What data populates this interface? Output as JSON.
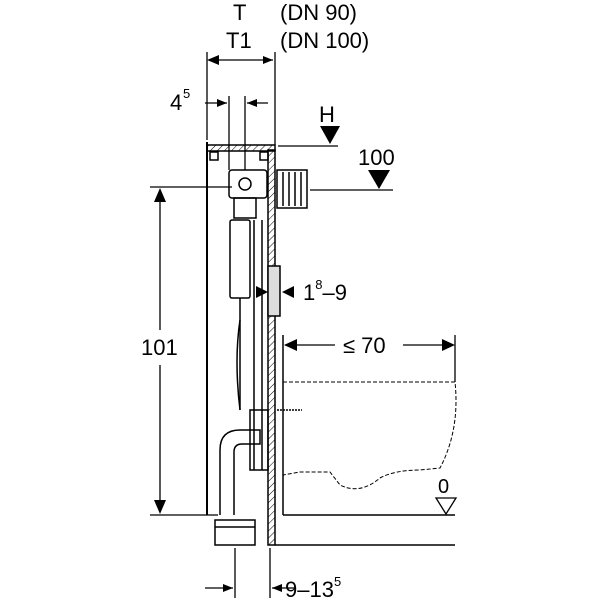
{
  "labels": {
    "t": "T",
    "t_dn": "(DN 90)",
    "t1": "T1",
    "t1_dn": "(DN 100)",
    "dim_4": "4",
    "dim_4_sup": "5",
    "h": "H",
    "dim_100": "100",
    "dim_101": "101",
    "dim_18": "1",
    "dim_18_sup": "8",
    "dim_18_rest": "–9",
    "dim_70": "≤ 70",
    "zero": "0",
    "dim_9": "9–13",
    "dim_9_sup": "5"
  },
  "colors": {
    "line": "#000000",
    "fill": "#ffffff"
  }
}
